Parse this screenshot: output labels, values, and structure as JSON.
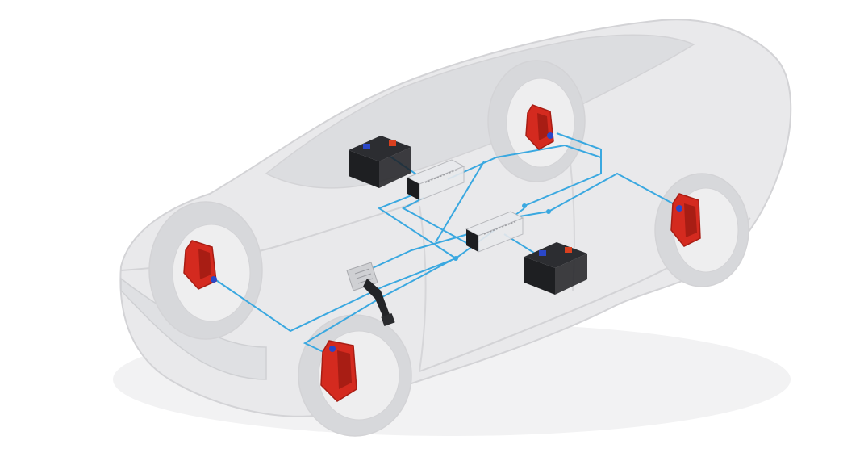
{
  "colors": {
    "background": "#ffffff",
    "car_body": "#e9e9eb",
    "car_outline": "#d3d3d6",
    "car_glass": "#dcdde0",
    "wiring": "#3aa8e0",
    "caliper": "#d42a1f",
    "caliper_dark": "#a81d14",
    "battery_body": "#1e1f22",
    "battery_top": "#2c2d31",
    "terminal_positive": "#d9401f",
    "terminal_negative": "#2a47c8",
    "ecu_body": "#e8e9ec",
    "ecu_connector": "#1c1d20",
    "tire": "#d7d8db",
    "rim": "#eeeeef"
  },
  "components": {
    "calipers": [
      "front-left-brake-caliper",
      "front-right-brake-caliper",
      "rear-left-brake-caliper",
      "rear-right-brake-caliper"
    ],
    "batteries": [
      "battery-1",
      "battery-2"
    ],
    "ecus": [
      "brake-ecu-1",
      "brake-ecu-2"
    ],
    "pedal": "brake-pedal-unit"
  }
}
